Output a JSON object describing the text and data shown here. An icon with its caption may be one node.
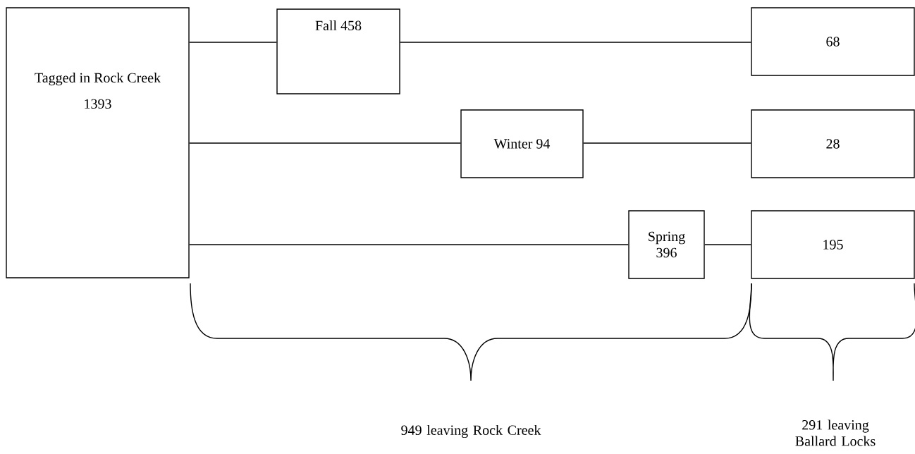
{
  "diagram": {
    "nodes": [
      {
        "text": [
          "Tagged in Rock Creek",
          "1393"
        ]
      },
      {
        "text": [
          "Fall 458"
        ]
      },
      {
        "text": [
          "Winter 94"
        ]
      },
      {
        "text": [
          "Spring 396"
        ]
      },
      {
        "text": [
          "68"
        ]
      },
      {
        "text": [
          "28"
        ]
      },
      {
        "text": [
          "195"
        ]
      }
    ],
    "edges": [
      {
        "from": 0,
        "to": 1,
        "arrow": "none"
      },
      {
        "from": 1,
        "to": 4,
        "arrow": "none"
      },
      {
        "from": 0,
        "to": 2,
        "arrow": "none"
      },
      {
        "from": 2,
        "to": 5,
        "arrow": "none"
      },
      {
        "from": 0,
        "to": 3,
        "arrow": "none"
      },
      {
        "from": 3,
        "to": 6,
        "arrow": "none"
      }
    ],
    "labels": [
      "949 leaving Rock Creek",
      "291 leaving Ballard Locks"
    ]
  }
}
